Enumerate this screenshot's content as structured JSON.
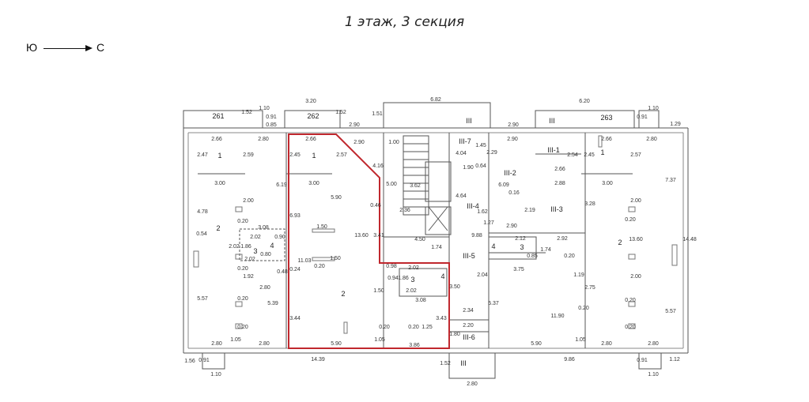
{
  "title": "1 этаж, 3 секция",
  "compass": {
    "from": "Ю",
    "to": "С"
  },
  "units": {
    "u261": "261",
    "u262": "262",
    "u263": "263"
  },
  "section_labels": [
    "III",
    "III",
    "III",
    "III-1",
    "III-2",
    "III-3",
    "III-4",
    "III-5",
    "III-6",
    "III-7"
  ],
  "room_numbers": [
    "1",
    "1",
    "1",
    "2",
    "2",
    "2",
    "3",
    "3",
    "3",
    "4",
    "4",
    "4"
  ],
  "dims": {
    "top_320": "3.20",
    "top_682": "6.82",
    "top_620": "6.20",
    "top_152a": "1.52",
    "top_110a": "1.10",
    "top_091a": "0.91",
    "top_085a": "0.85",
    "top_152b": "1.52",
    "top_290a": "2.90",
    "top_151": "1.51",
    "top_290b": "2.90",
    "top_110b": "1.10",
    "top_091b": "0.91",
    "top_129": "1.29",
    "r1_266a": "2.66",
    "r1_280a": "2.80",
    "r1_266b": "2.66",
    "r1_290": "2.90",
    "r1_100": "1.00",
    "r1_290c": "2.90",
    "r1_266c": "2.66",
    "r1_280c": "2.80",
    "r1_404": "4.04",
    "r1_145": "1.45",
    "r1_229": "2.29",
    "v247": "2.47",
    "v259": "2.59",
    "v245a": "2.45",
    "v257a": "2.57",
    "v416": "4.16",
    "v245b": "2.45",
    "v254": "2.54",
    "v257b": "2.57",
    "h300a": "3.00",
    "h300b": "3.00",
    "h300c": "3.00",
    "h266": "2.66",
    "h288": "2.88",
    "h190": "1.90",
    "h064": "0.64",
    "v619": "6.19",
    "v609": "6.09",
    "v737": "7.37",
    "v478": "4.78",
    "v200a": "2.00",
    "h590a": "5.90",
    "v200b": "2.00",
    "v362": "3.62",
    "v500": "5.00",
    "h236": "2.36",
    "v464": "4.64",
    "v219": "2.19",
    "v328": "3.28",
    "h308": "3.08",
    "h202a": "2.02",
    "v202": "2.02",
    "v186a": "1.86",
    "h202b": "2.02",
    "v693": "6.93",
    "h150a": "1.50",
    "v1360a": "13.60",
    "v341": "3.41",
    "h450": "4.50",
    "v174a": "1.74",
    "v988": "9.88",
    "v162": "1.62",
    "v127": "1.27",
    "h290d": "2.90",
    "h292": "2.92",
    "h212": "2.12",
    "v174b": "1.74",
    "v1360b": "13.60",
    "v1448": "14.48",
    "h150b": "1.50",
    "v1103": "11.03",
    "h202c": "2.02",
    "v186b": "1.86",
    "h202d": "2.02",
    "h308b": "3.08",
    "v150c": "1.50",
    "v204": "2.04",
    "v350": "3.50",
    "h375": "3.75",
    "v192": "1.92",
    "h280e": "2.80",
    "v557a": "5.57",
    "v539": "5.39",
    "v200c": "2.00",
    "v275": "2.75",
    "v557b": "5.57",
    "h1190": "11.90",
    "h234": "2.34",
    "h220": "2.20",
    "v344": "3.44",
    "v343": "3.43",
    "v537": "5.37",
    "h125": "1.25",
    "v180": "1.80",
    "b280a": "2.80",
    "b105a": "1.05",
    "b280b": "2.80",
    "b590": "5.90",
    "b105b": "1.05",
    "b386": "3.86",
    "b590b": "5.90",
    "b105c": "1.05",
    "b280c": "2.80",
    "b280d": "2.80",
    "b156": "1.56",
    "b091a": "0.91",
    "b1439": "14.39",
    "b152": "1.52",
    "b986": "9.86",
    "b091b": "0.91",
    "b112": "1.12",
    "b110a": "1.10",
    "b280e": "2.80",
    "b110b": "1.10",
    "s020": "0.20",
    "s046": "0.46",
    "s080": "0.80",
    "s090": "0.90",
    "s098": "0.98",
    "s094": "0.94",
    "s024": "0.24",
    "s048": "0.48",
    "s085": "0.85",
    "s119": "1.19",
    "s054": "0.54",
    "s016": "0.16"
  }
}
